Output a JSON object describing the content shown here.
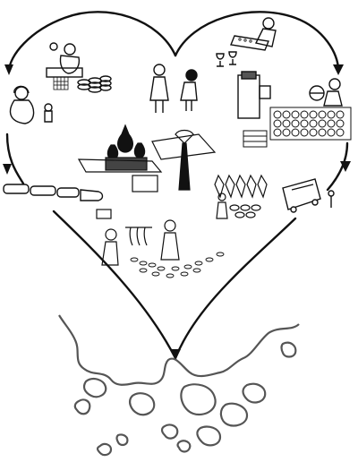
{
  "illustration": {
    "background_color": "#ffffff",
    "ink_color": "#111111",
    "shadow_color": "#555555",
    "light_gray": "#999999",
    "scenes": [
      "heart-outline",
      "arrows-cycle",
      "market-vendor-with-bowls",
      "person-working-at-table",
      "woman-with-child",
      "two-people-talking",
      "workshop-with-machines",
      "vendor-with-market-goods",
      "train",
      "minibus",
      "onion-dome-church",
      "city-market-scene",
      "coastline-map"
    ]
  }
}
